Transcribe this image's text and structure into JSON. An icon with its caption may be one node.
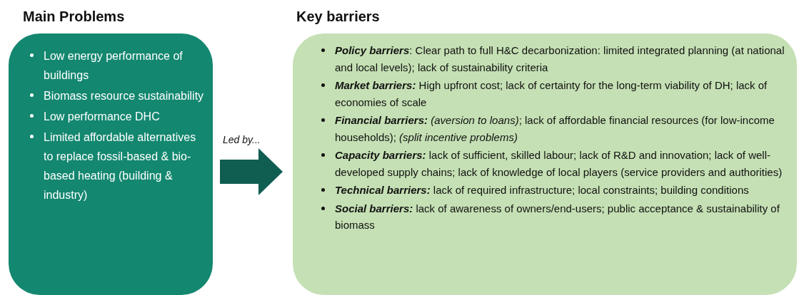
{
  "diagram": {
    "nodes": [
      {
        "text": [
          "Main Problems",
          "Low energy performance of buildings",
          "Biomass resource sustainability",
          "Low performance DHC",
          "Limited affordable alternatives to replace fossil-based & bio-based heating (building & industry)"
        ]
      },
      {
        "text": [
          "Key barriers",
          "**Policy barriers**: Clear path to full H&C decarbonization: limited integrated planning (at national and local levels); lack of sustainability criteria",
          "**Market barriers:** High upfront cost; lack of certainty for the long-term viability of DH; lack of economies of scale",
          "**Financial barriers:** *(aversion to loans)*; lack of affordable financial resources (for low-income households); *(split incentive problems)*",
          "**Capacity barriers:** lack of sufficient, skilled labour; lack of R&D and innovation; lack of well-developed supply chains; lack of knowledge of local players (service providers and authorities)",
          "**Technical barriers:** lack of required infrastructure; local constraints; building conditions",
          "**Social barriers:** lack of awareness of owners/end-users; public acceptance & sustainability of biomass"
        ]
      }
    ],
    "edges": [
      {
        "from": 0,
        "to": 1,
        "arrow": "to",
        "label": "Led by..."
      }
    ]
  }
}
